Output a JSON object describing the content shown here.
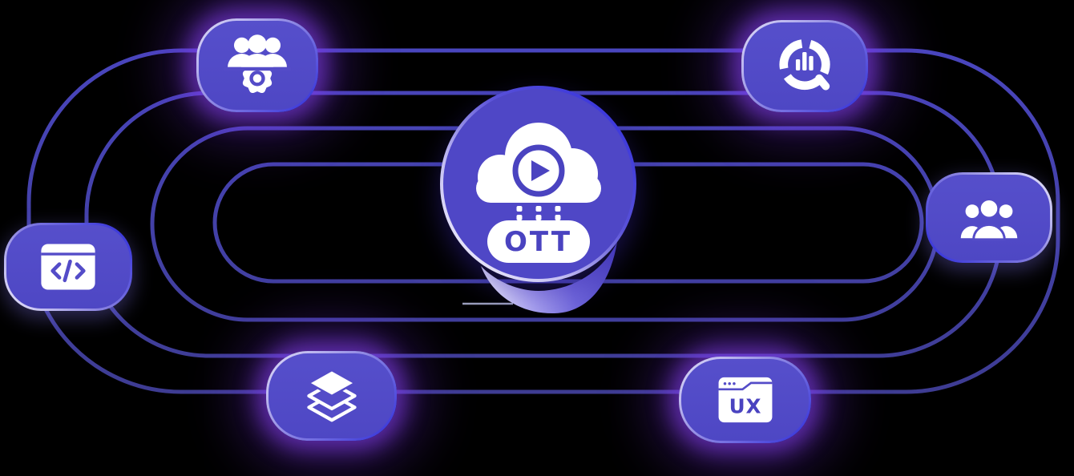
{
  "diagram": {
    "center_node": {
      "name": "ott-cloud-platform",
      "label": "OTT"
    },
    "nodes": [
      {
        "name": "team-management",
        "icon": "team-gear-icon",
        "label": ""
      },
      {
        "name": "analytics",
        "icon": "analytics-chart-icon",
        "label": ""
      },
      {
        "name": "development",
        "icon": "code-window-icon",
        "label": ""
      },
      {
        "name": "audience",
        "icon": "users-group-icon",
        "label": ""
      },
      {
        "name": "content-layers",
        "icon": "layers-icon",
        "label": ""
      },
      {
        "name": "ux-design",
        "icon": "ux-window-icon",
        "label": "UX"
      }
    ],
    "colors": {
      "background": "#000000",
      "ring_line_top": "#4B47C4",
      "ring_line_bottom": "#3B3A88",
      "card_fill": "#544CC8",
      "card_glow": "#7C3AED",
      "icon_white": "#FFFFFF",
      "accent_text": "#4A43C0",
      "border_light": "#E3E0FA",
      "border_blue": "#2D2BD8"
    }
  }
}
